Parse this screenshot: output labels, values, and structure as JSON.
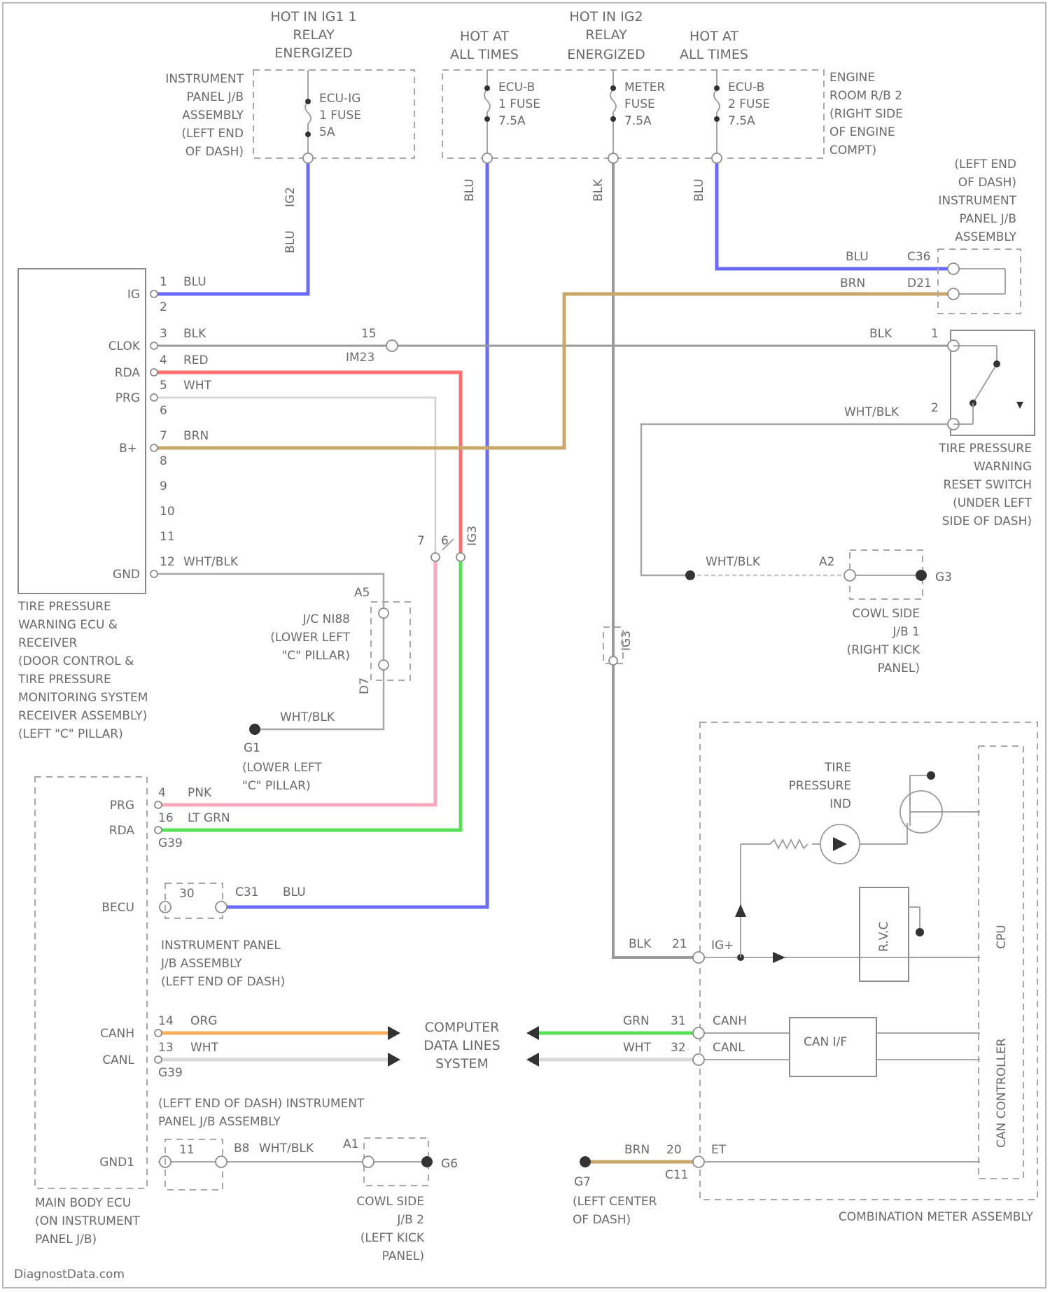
{
  "fuse_headers": {
    "ig1_relay": [
      "HOT IN IG1 1",
      "RELAY",
      "ENERGIZED"
    ],
    "hot_at_all_times_a": [
      "HOT AT",
      "ALL TIMES"
    ],
    "ig2_relay": [
      "HOT IN IG2",
      "RELAY",
      "ENERGIZED"
    ],
    "hot_at_all_times_b": [
      "HOT AT",
      "ALL TIMES"
    ]
  },
  "fuses": {
    "ecu_ig1": [
      "ECU-IG",
      "1 FUSE",
      "5A"
    ],
    "ecu_b1": [
      "ECU-B",
      "1 FUSE",
      "7.5A"
    ],
    "meter": [
      "METER",
      "FUSE",
      "7.5A"
    ],
    "ecu_b2": [
      "ECU-B",
      "2 FUSE",
      "7.5A"
    ]
  },
  "jb_labels": {
    "instrument_panel_jb_left": [
      "INSTRUMENT",
      "PANEL J/B",
      "ASSEMBLY",
      "(LEFT END",
      "OF DASH)"
    ],
    "engine_room_rb2": [
      "ENGINE",
      "ROOM R/B 2",
      "(RIGHT SIDE",
      "OF ENGINE",
      "COMPT)"
    ],
    "instrument_panel_jb_right": [
      "(LEFT END",
      "OF DASH)",
      "INSTRUMENT",
      "PANEL J/B",
      "ASSEMBLY"
    ]
  },
  "vertical_wire_labels": {
    "w1": "BLU",
    "w1_conn": "IG2",
    "w2": "BLU",
    "w3": "BLK",
    "w4": "BLU",
    "meter_conn": "IG3",
    "rda_conn": "IG3"
  },
  "right_connectors": {
    "blu_wire": "BLU",
    "blu_conn": "C36",
    "brn_wire": "BRN",
    "brn_conn": "D21"
  },
  "tpws_ecu": {
    "pins": [
      "IG",
      "CLOK",
      "RDA",
      "PRG",
      "B+",
      "GND"
    ],
    "pin_numbers": [
      "1",
      "2",
      "3",
      "4",
      "5",
      "6",
      "7",
      "8",
      "9",
      "10",
      "11",
      "12"
    ],
    "wires": {
      "p1": "BLU",
      "p3": "BLK",
      "p4": "RED",
      "p5": "WHT",
      "p7": "BRN",
      "p12": "WHT/BLK"
    },
    "clock_conn_pin": "15",
    "clock_conn": "IM23",
    "label": [
      "TIRE PRESSURE",
      "WARNING ECU &",
      "RECEIVER",
      "(DOOR CONTROL &",
      "TIRE PRESSURE",
      "MONITORING SYSTEM",
      "RECEIVER ASSEMBLY)",
      "(LEFT \"C\" PILLAR)"
    ]
  },
  "reset_switch": {
    "pin1_wire": "BLK",
    "pin1": "1",
    "pin2_wire": "WHT/BLK",
    "pin2": "2",
    "label": [
      "TIRE PRESSURE",
      "WARNING",
      "RESET SWITCH",
      "(UNDER LEFT",
      "SIDE OF DASH)"
    ]
  },
  "cowl_side_jb1": {
    "wire": "WHT/BLK",
    "conn": "A2",
    "ground": "G3",
    "label": [
      "COWL SIDE",
      "J/B 1",
      "(RIGHT KICK",
      "PANEL)"
    ]
  },
  "jc_ni88": {
    "pin_top": "A5",
    "pin_bottom": "D7",
    "label": [
      "J/C NI88",
      "(LOWER LEFT",
      "\"C\" PILLAR)"
    ]
  },
  "ground_g1": {
    "wire": "WHT/BLK",
    "name": "G1",
    "label": [
      "(LOWER LEFT",
      "\"C\" PILLAR)"
    ]
  },
  "junction_pins": {
    "left": "7",
    "right": "6",
    "conn": "IG3"
  },
  "meter_vertical_conn": "IG3",
  "main_body_ecu": {
    "pins": [
      "PRG",
      "RDA",
      "BECU",
      "CANH",
      "CANL",
      "GND1"
    ],
    "prg_pin": "4",
    "prg_wire": "PNK",
    "rda_pin": "16",
    "rda_wire": "LT GRN",
    "rda_conn": "G39",
    "becu_pin": "30",
    "becu_conn": "C31",
    "becu_wire": "BLU",
    "canh_pin": "14",
    "canh_wire": "ORG",
    "canl_pin": "13",
    "canl_wire": "WHT",
    "can_conn": "G39",
    "gnd_pin": "11",
    "gnd_conn_pin": "B8",
    "gnd_wire": "WHT/BLK",
    "gnd_conn": "A1",
    "ground": "G6",
    "ip_jb_label": [
      "INSTRUMENT PANEL",
      "J/B ASSEMBLY",
      "(LEFT END OF DASH)"
    ],
    "dash_jb_label": [
      "(LEFT END OF DASH) INSTRUMENT",
      "PANEL J/B ASSEMBLY"
    ],
    "cowl_label": [
      "COWL SIDE",
      "J/B 2",
      "(LEFT KICK",
      "PANEL)"
    ],
    "label": [
      "MAIN BODY ECU",
      "(ON INSTRUMENT",
      "PANEL J/B)"
    ]
  },
  "computer_data_lines": [
    "COMPUTER",
    "DATA LINES",
    "SYSTEM"
  ],
  "combination_meter": {
    "ig_wire": "BLK",
    "ig_pin": "21",
    "ig_name": "IG+",
    "canh_wire": "GRN",
    "canh_pin": "31",
    "canh_name": "CANH",
    "canl_wire": "WHT",
    "canl_pin": "32",
    "canl_name": "CANL",
    "et_wire": "BRN",
    "et_pin": "20",
    "et_name": "ET",
    "et_conn": "C11",
    "ground": "G7",
    "ground_label": [
      "(LEFT CENTER",
      "OF DASH)"
    ],
    "indicator_label": [
      "TIRE",
      "PRESSURE",
      "IND"
    ],
    "regulator": "R.V.C",
    "can_if": "CAN I/F",
    "cpu": "CPU",
    "can_controller": "CAN CONTROLLER",
    "label": "COMBINATION METER ASSEMBLY"
  },
  "wire_colors": {
    "blu": "#6a6aff",
    "red": "#ff6e6e",
    "pnk": "#f7a8c0",
    "grn": "#55e055",
    "org": "#ffae5a",
    "brn": "#c8a86a",
    "blk": "#9a9a9a",
    "wht": "#d8d8d8"
  },
  "footer": "DiagnostData.com"
}
